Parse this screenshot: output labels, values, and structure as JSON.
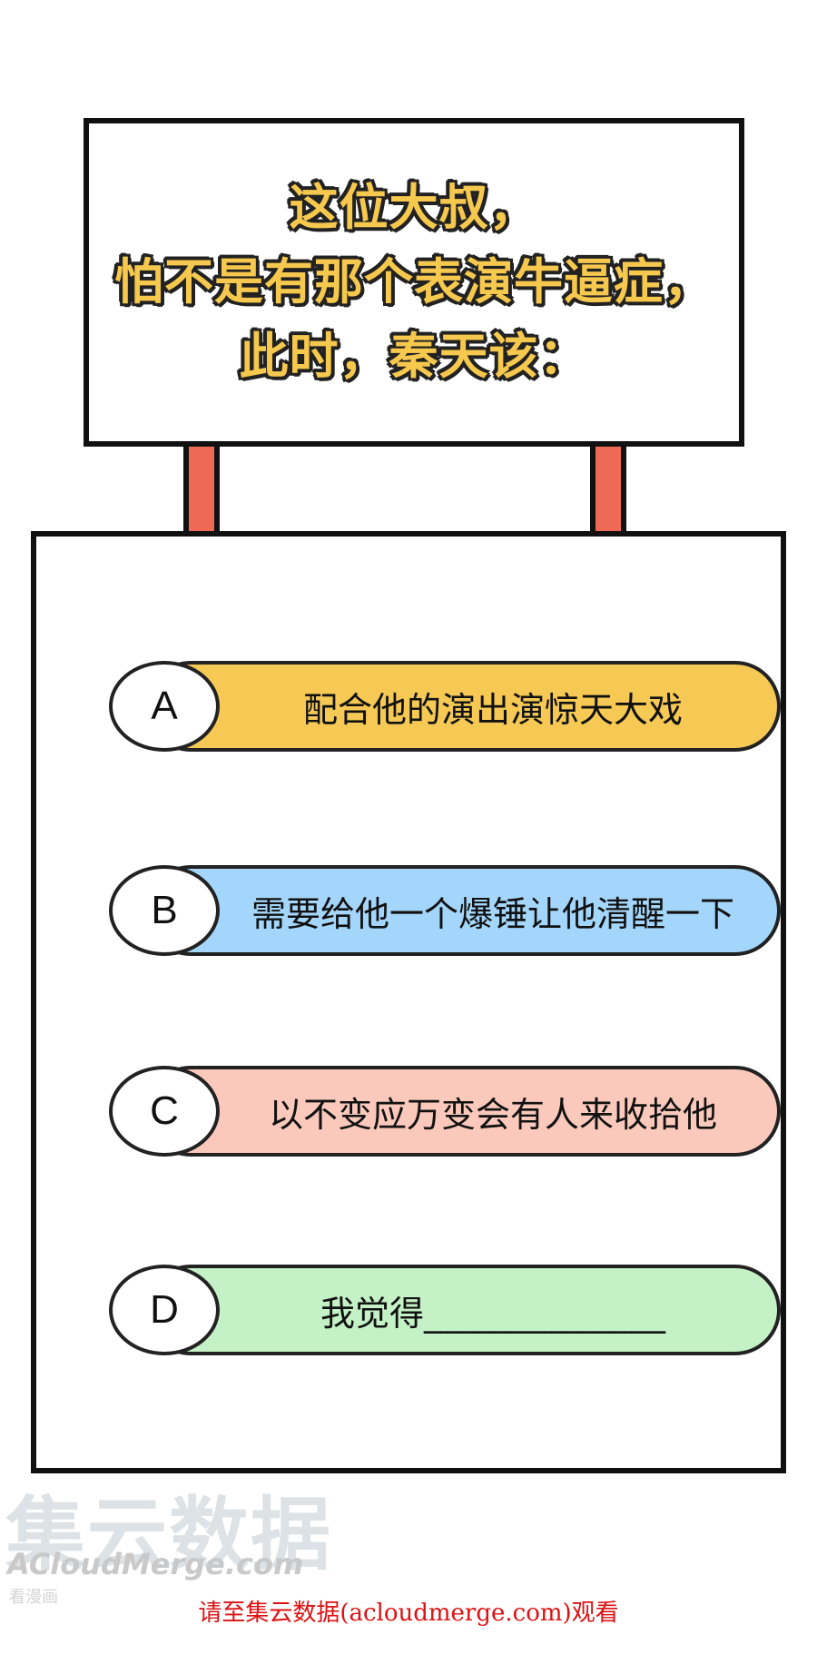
{
  "question": {
    "lines": [
      "这位大叔，",
      "怕不是有那个表演牛逼症，",
      "此时，秦天该："
    ],
    "text_color": "#f6c84e",
    "outline_color": "#222222"
  },
  "posts": {
    "color": "#ee6a55"
  },
  "options": [
    {
      "letter": "A",
      "text": "配合他的演出演惊天大戏",
      "color": "#f6c955"
    },
    {
      "letter": "B",
      "text": "需要给他一个爆锤让他清醒一下",
      "color": "#a4d6fb"
    },
    {
      "letter": "C",
      "text": "以不变应万变会有人来收拾他",
      "color": "#fbc9bc"
    },
    {
      "letter": "D",
      "text": "我觉得______________",
      "color": "#c4f2c6"
    }
  ],
  "watermark": {
    "logo": "集云数据",
    "brand": "ACloudMerge.com",
    "sub": "看漫画"
  },
  "footer": {
    "note": "请至集云数据(acloudmerge.com)观看",
    "color": "#dd1111"
  }
}
